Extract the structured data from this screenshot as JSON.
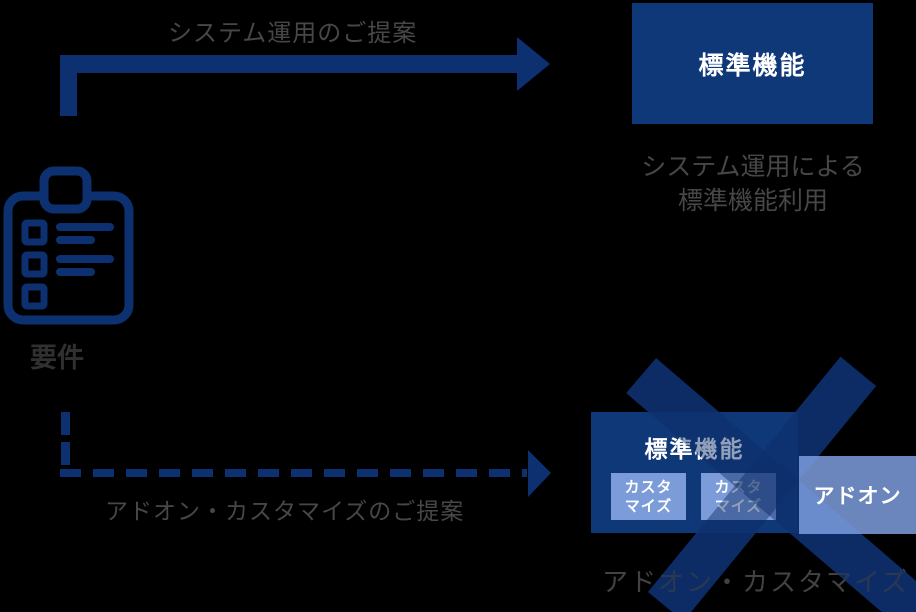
{
  "diagram": {
    "top": {
      "arrow_label": "システム運用のご提案",
      "result_box_title": "標準機能",
      "caption_line1": "システム運用による",
      "caption_line2": "標準機能利用"
    },
    "source": {
      "label": "要件",
      "icon": "clipboard-checklist-icon"
    },
    "bottom": {
      "arrow_label": "アドオン・カスタマイズのご提案",
      "standard_box_title": "標準機能",
      "customize_line1": "カスタ",
      "customize_line2": "マイズ",
      "addon_label": "アドオン",
      "caption": "アドオン・カスタマイズ",
      "crossed_out": true
    },
    "colors": {
      "arrow_navy": "#0d3070",
      "x_navy": "#0e2d66",
      "box_navy": "#0f3878",
      "light_blue": "#7c9bd9",
      "text_gray": "#474747",
      "background": "#000000"
    }
  }
}
